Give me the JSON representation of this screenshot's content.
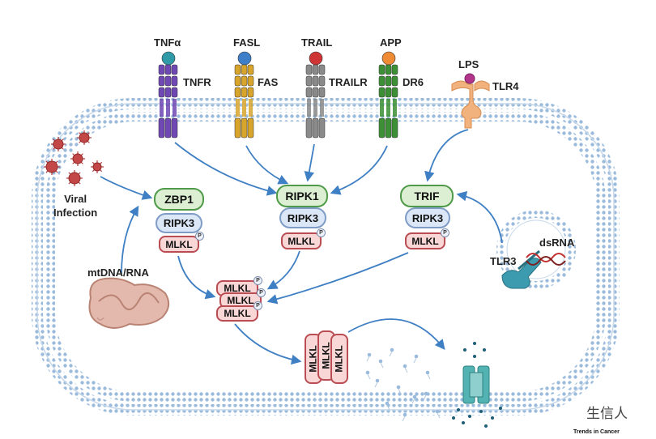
{
  "ligands": [
    {
      "label": "TNFα",
      "receptor": "TNFR",
      "color": "#6f48b3",
      "cap": "#2f9aa8"
    },
    {
      "label": "FASL",
      "receptor": "FAS",
      "color": "#d7a42c",
      "cap": "#3f7fc9"
    },
    {
      "label": "TRAIL",
      "receptor": "TRAILR",
      "color": "#8a8a8a",
      "cap": "#cf3535"
    },
    {
      "label": "APP",
      "receptor": "DR6",
      "color": "#3c8f34",
      "cap": "#ef8a35"
    }
  ],
  "tlr4": {
    "ligand": "LPS",
    "receptor": "TLR4",
    "color": "#f2b27d"
  },
  "triggers": {
    "viral": "Viral\nInfection",
    "mito": "mtDNA/RNA",
    "tlr3": "TLR3",
    "dsrna": "dsRNA"
  },
  "left_stack": {
    "sensor": "ZBP1",
    "kinase": "RIPK3",
    "effector": "MLKL"
  },
  "center_stack": {
    "sensor": "RIPK1",
    "kinase": "RIPK3",
    "effector": "MLKL"
  },
  "right_stack": {
    "sensor": "TRIF",
    "kinase": "RIPK3",
    "effector": "MLKL"
  },
  "oligomer": [
    "MLKL",
    "MLKL",
    "MLKL"
  ],
  "pore": [
    "MLKL",
    "MLKL",
    "MLKL"
  ],
  "phospho_label": "P",
  "watermark": "生信人",
  "source": "Trends in Cancer",
  "colors": {
    "arrow": "#3f7fc3",
    "membrane": "#8fb2d6",
    "mlkl_fill": "#f9d7d7",
    "mlkl_border": "#b94d53"
  }
}
